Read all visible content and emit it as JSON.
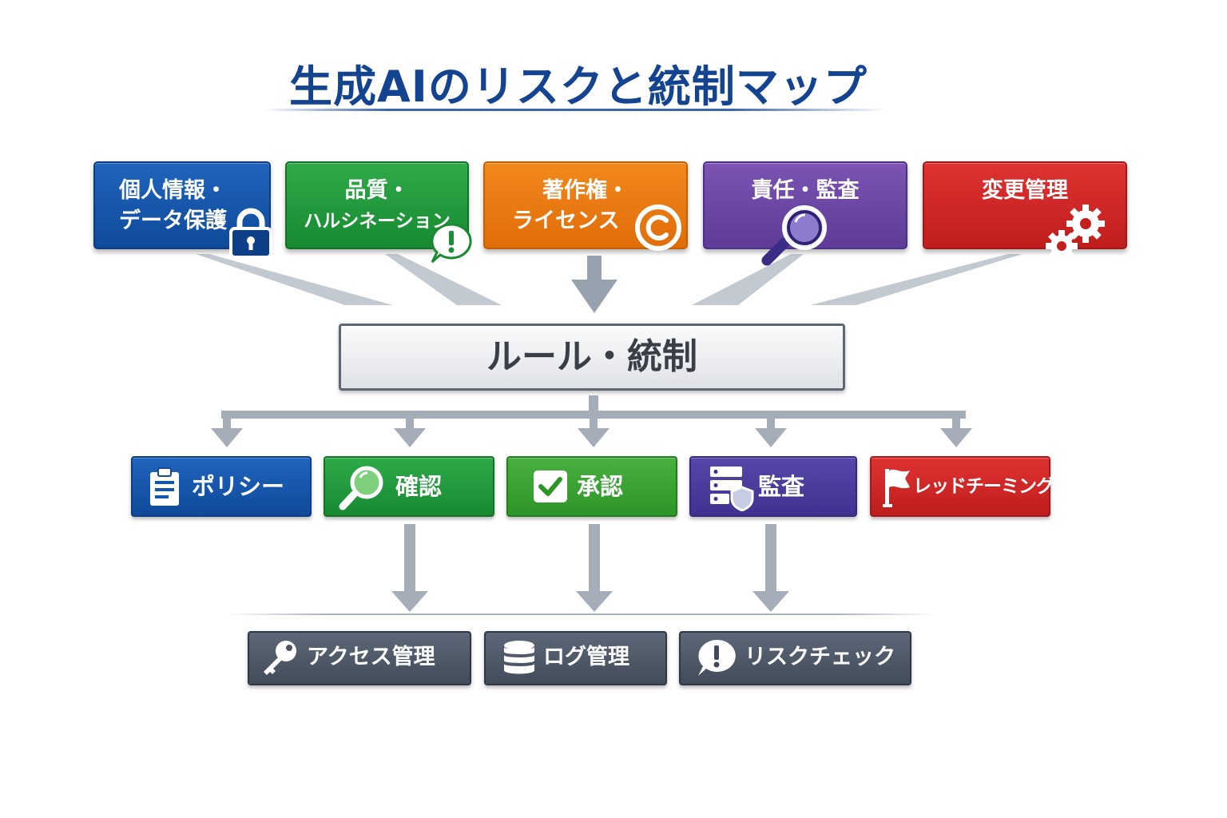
{
  "title": "生成AIのリスクと統制マップ",
  "risks": [
    {
      "line1": "個人情報・",
      "line2": "データ保護",
      "color": "#1557ad",
      "icon": "lock-icon"
    },
    {
      "line1": "品質・",
      "line2": "ハルシネーション",
      "color": "#229b3d",
      "icon": "exclamation-bubble-icon"
    },
    {
      "line1": "著作権・",
      "line2": "ライセンス",
      "color": "#ea7a12",
      "icon": "copyright-icon"
    },
    {
      "line1": "責任・監査",
      "line2": "",
      "color": "#6a47a6",
      "icon": "magnifier-icon"
    },
    {
      "line1": "変更管理",
      "line2": "",
      "color": "#cf2828",
      "icon": "gears-icon"
    }
  ],
  "rules": {
    "label": "ルール・統制"
  },
  "controls": [
    {
      "label": "ポリシー",
      "color": "#1557ad",
      "icon": "clipboard-icon"
    },
    {
      "label": "確認",
      "color": "#229b3d",
      "icon": "magnifier-icon"
    },
    {
      "label": "承認",
      "color": "#3aa233",
      "icon": "checkbox-icon"
    },
    {
      "label": "監査",
      "color": "#4a3d9c",
      "icon": "server-shield-icon"
    },
    {
      "label": "レッドチーミング",
      "color": "#cf2828",
      "icon": "flag-icon"
    }
  ],
  "tools": [
    {
      "label": "アクセス管理",
      "color": "#4f5a69",
      "icon": "key-icon"
    },
    {
      "label": "ログ管理",
      "color": "#4f5a69",
      "icon": "database-icon"
    },
    {
      "label": "リスクチェック",
      "color": "#4f5a69",
      "icon": "exclamation-bubble-icon"
    }
  ]
}
